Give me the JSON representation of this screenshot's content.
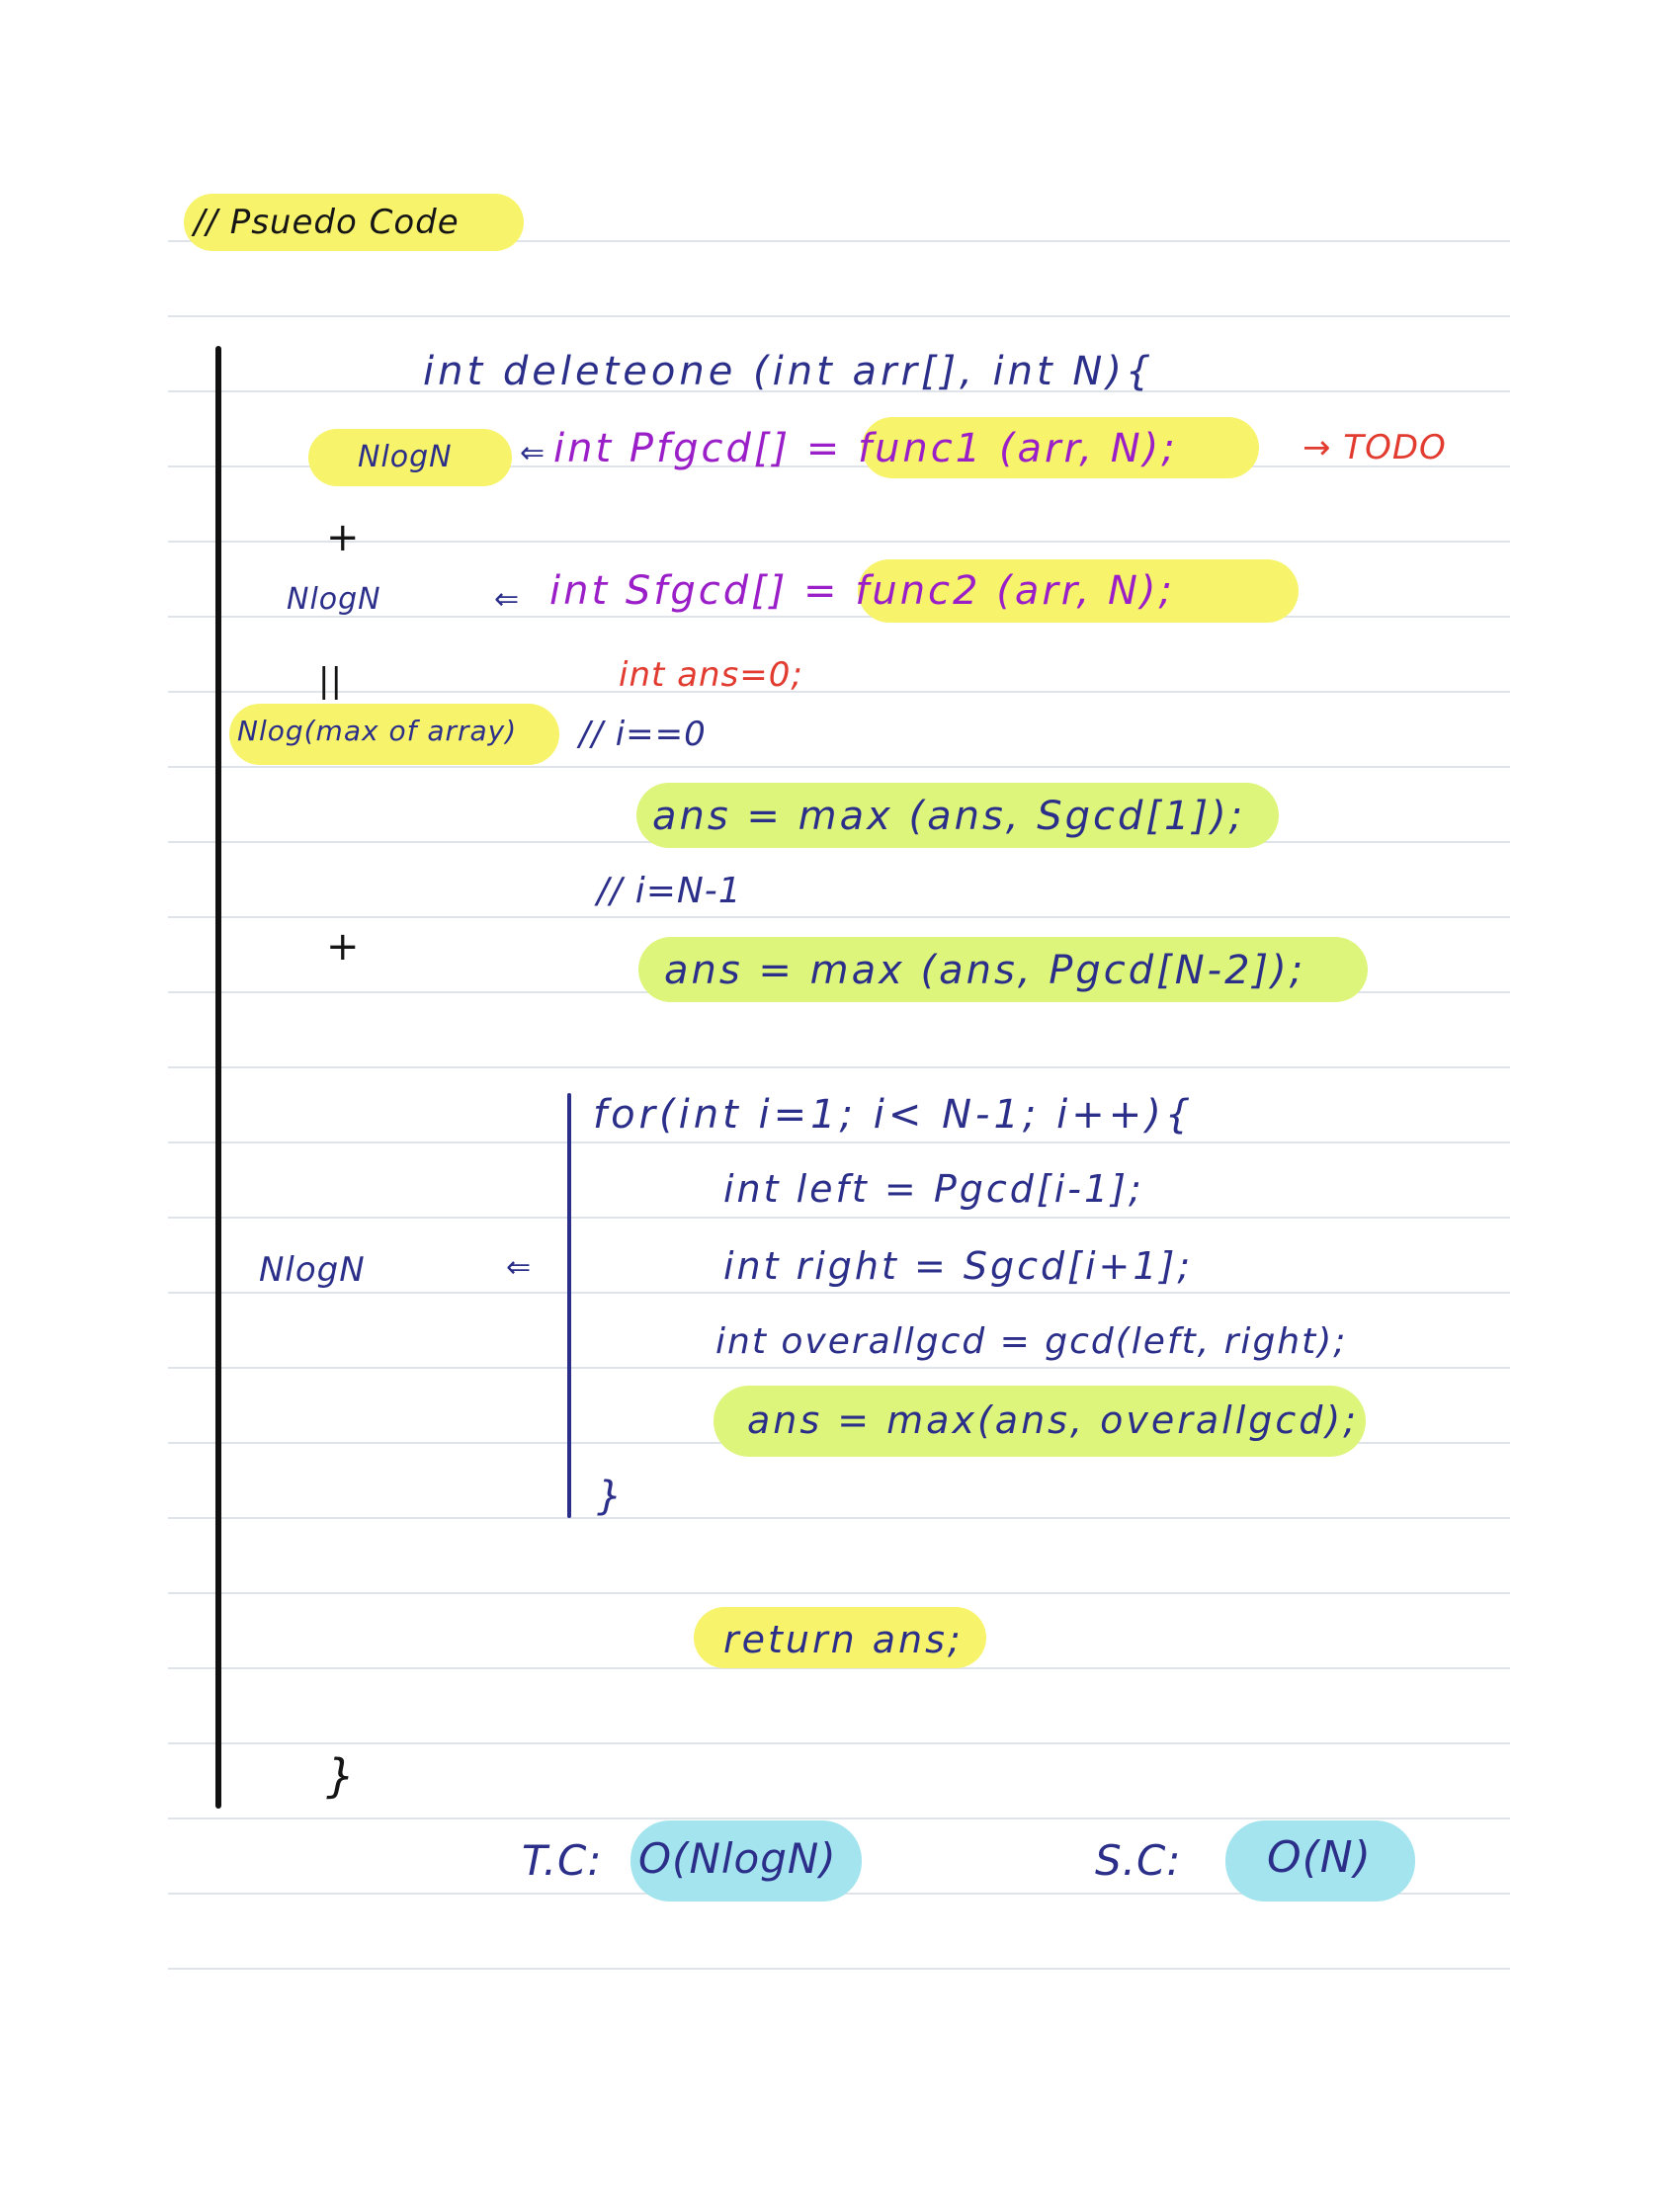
{
  "heading": "// Psuedo Code",
  "func_signature": "int deleteone (int arr[], int N){",
  "prefix_line": {
    "complexity": "NlogN",
    "arrow": "⇐",
    "code": "int Pfgcd[] = func1 (arr, N);",
    "todo": "→ TODO"
  },
  "plus_1": "+",
  "suffix_line": {
    "complexity": "NlogN",
    "arrow": "⇐",
    "code": "int Sfgcd[] = func2 (arr, N);"
  },
  "equals_symbol": "||",
  "ans_init": "int ans=0;",
  "total_complexity": "Nlog(max of array)",
  "comment_i0": "// i==0",
  "ans_i0": "ans = max (ans, Sgcd[1]);",
  "comment_in1": "// i=N-1",
  "plus_2": "+",
  "ans_in1": "ans = max (ans, Pgcd[N-2]);",
  "loop": {
    "complexity": "NlogN",
    "arrow": "⇐",
    "header": "for(int i=1; i< N-1; i++){",
    "left": "int left = Pgcd[i-1];",
    "right": "int right = Sgcd[i+1];",
    "overall": "int overallgcd = gcd(left, right);",
    "update": "ans = max(ans, overallgcd);",
    "close": "}"
  },
  "return_stmt": "return ans;",
  "func_close": "}",
  "tc_label": "T.C:",
  "tc_value": "O(NlogN)",
  "sc_label": "S.C:",
  "sc_value": "O(N)",
  "colors": {
    "ink": "#2b2f8a",
    "purple": "#9b1fc8",
    "red": "#e23b2f",
    "yellow_highlight": "#f7f36a",
    "green_highlight": "#dcf57a",
    "cyan_highlight": "#a4e4ee"
  }
}
